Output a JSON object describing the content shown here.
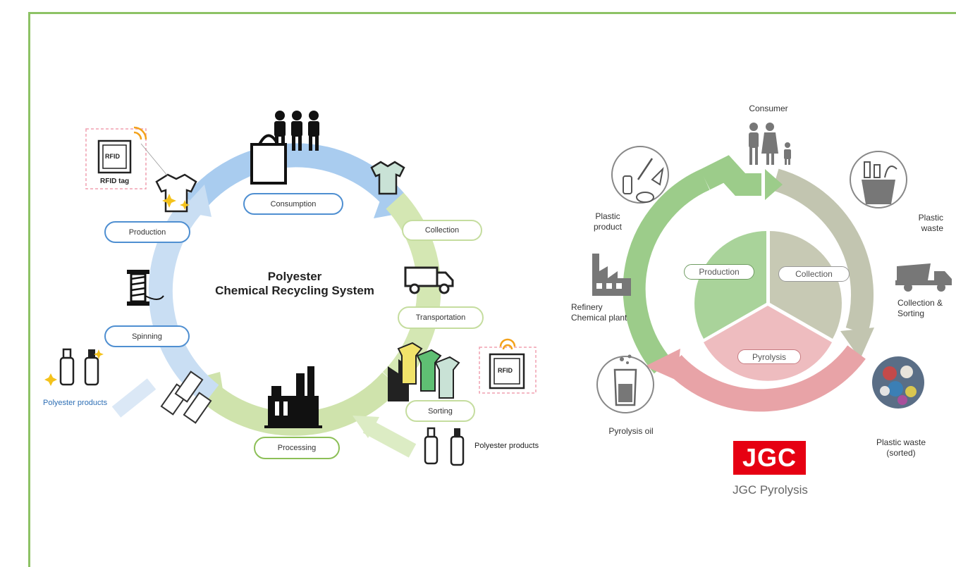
{
  "left_diagram": {
    "title_line1": "Polyester",
    "title_line2": "Chemical Recycling System",
    "stages": {
      "consumption": "Consumption",
      "collection": "Collection",
      "transportation": "Transportation",
      "sorting": "Sorting",
      "processing": "Processing",
      "spinning": "Spinning",
      "production": "Production"
    },
    "rfid_tag_label": "RFID tag",
    "rfid_text": "RFID",
    "polyester_products_left": "Polyester products",
    "polyester_products_right": "Polyester products"
  },
  "right_diagram": {
    "labels": {
      "consumer": "Consumer",
      "plastic_product_1": "Plastic",
      "plastic_product_2": "product",
      "plastic_waste_1": "Plastic",
      "plastic_waste_2": "waste",
      "refinery_1": "Refinery",
      "refinery_2": "Chemical plant",
      "collection_sorting_1": "Collection &",
      "collection_sorting_2": "Sorting",
      "pyrolysis_oil": "Pyrolysis oil",
      "plastic_waste_sorted_1": "Plastic waste",
      "plastic_waste_sorted_2": "(sorted)"
    },
    "segments": {
      "production": "Production",
      "collection": "Collection",
      "pyrolysis": "Pyrolysis"
    },
    "logo_text": "JGC",
    "logo_subtitle": "JGC Pyrolysis"
  },
  "colors": {
    "frame_green": "#8dc265",
    "left_ring_blue": "#a9ccef",
    "left_ring_green": "#d4e7b3",
    "right_green": "#9ccc8a",
    "right_olive": "#c2c5b0",
    "right_pink": "#e8a3a7",
    "jgc_red": "#e60012"
  }
}
